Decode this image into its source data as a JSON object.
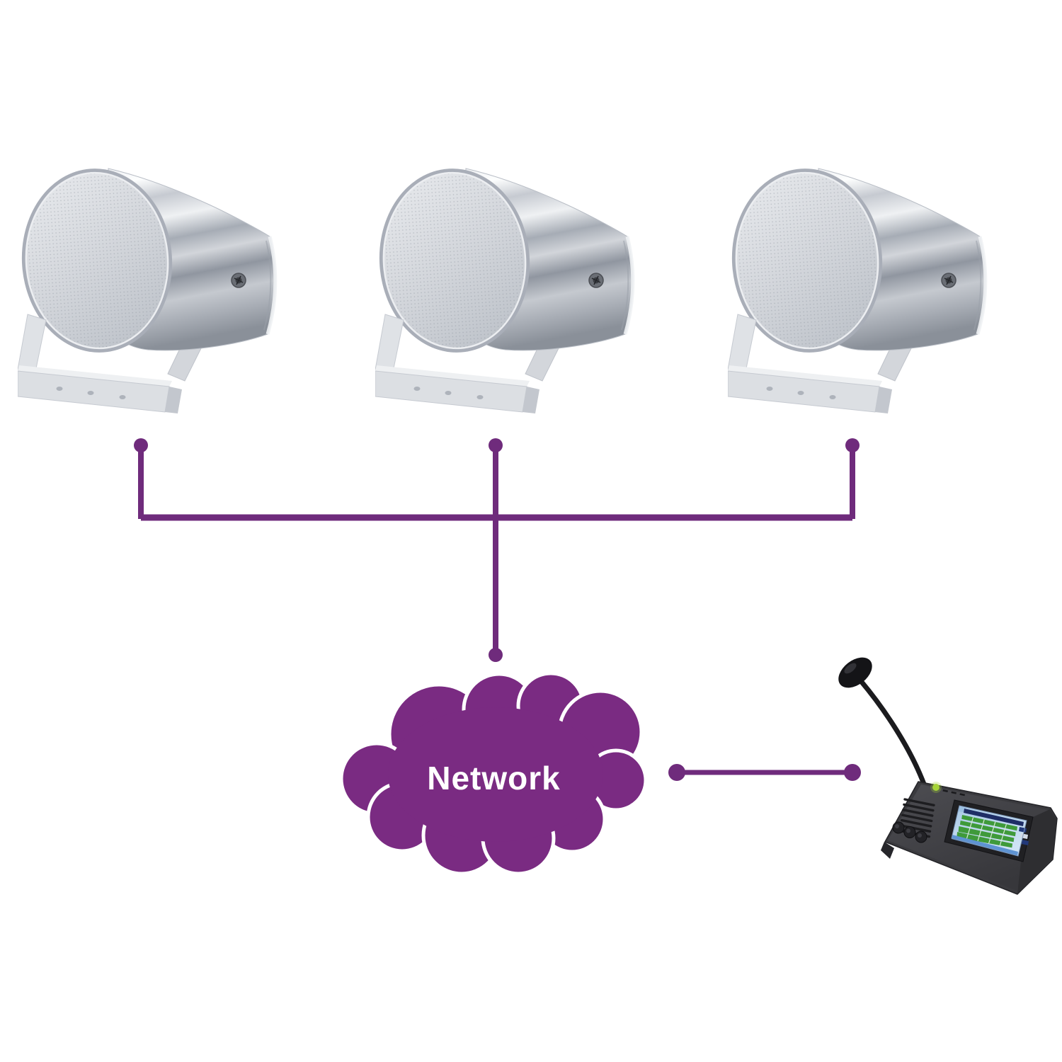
{
  "page": {
    "background": "#ffffff"
  },
  "cloud": {
    "label": "Network",
    "fill": "#7a2b82",
    "outline": "#ffffff",
    "label_color": "#ffffff"
  },
  "connections": {
    "color": "#6f2b7c",
    "style": "solid",
    "endpoint_style": "dot",
    "links": [
      "speaker-1-to-bus",
      "speaker-2-to-bus",
      "speaker-3-to-bus",
      "bus-to-cloud",
      "cloud-to-console"
    ]
  },
  "devices": {
    "speakers": {
      "count": 3,
      "icon": "projection-speaker-icon",
      "finish_color": "#c9cdd4"
    },
    "console": {
      "icon": "paging-console-icon",
      "mic_icon": "gooseneck-microphone-icon",
      "body_color": "#3a3a3e",
      "led_color": "#a6d438",
      "screen_bg": "#b9d3ea",
      "screen_key_color": "#3f9a3a"
    }
  }
}
